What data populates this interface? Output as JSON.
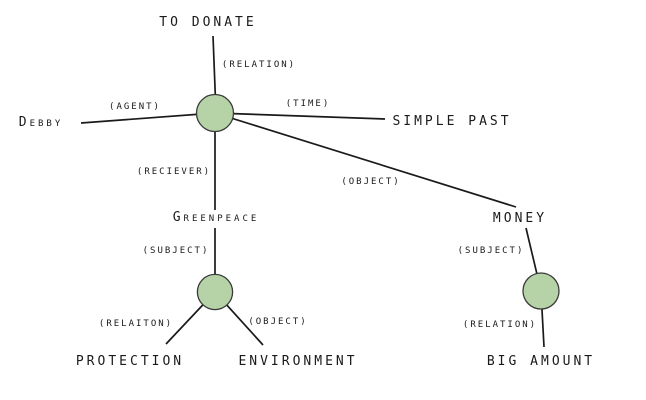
{
  "diagram": {
    "title_hint": "semantic network for the sentence about donating",
    "colors": {
      "background": "#ffffff",
      "edge": "#1a1a1a",
      "text": "#1a1a1a",
      "node_fill": "#b6d3a8",
      "node_stroke": "#3a3a3a"
    },
    "nodes": {
      "to_donate": "TO DONATE",
      "debby": "Debby",
      "simple_past": "SIMPLE PAST",
      "greenpeace": "Greenpeace",
      "money": "MONEY",
      "protection": "PROTECTION",
      "environment": "ENVIRONMENT",
      "big_amount": "BIG AMOUNT"
    },
    "concept_nodes": [
      "main-hub",
      "greenpeace-hub",
      "money-hub"
    ],
    "edges": [
      {
        "from": "main-hub",
        "to": "TO DONATE",
        "label": "(RELATION)"
      },
      {
        "from": "main-hub",
        "to": "DEBBY",
        "label": "(AGENT)"
      },
      {
        "from": "main-hub",
        "to": "SIMPLE PAST",
        "label": "(TIME)"
      },
      {
        "from": "main-hub",
        "to": "GREENPEACE",
        "label": "(RECIEVER)"
      },
      {
        "from": "main-hub",
        "to": "MONEY",
        "label": "(OBJECT)"
      },
      {
        "from": "GREENPEACE",
        "to": "greenpeace-hub",
        "label": "(SUBJECT)"
      },
      {
        "from": "greenpeace-hub",
        "to": "PROTECTION",
        "label": "(RELAITON)"
      },
      {
        "from": "greenpeace-hub",
        "to": "ENVIRONMENT",
        "label": "(OBJECT)"
      },
      {
        "from": "MONEY",
        "to": "money-hub",
        "label": "(SUBJECT)"
      },
      {
        "from": "money-hub",
        "to": "BIG AMOUNT",
        "label": "(RELATION)"
      }
    ]
  }
}
